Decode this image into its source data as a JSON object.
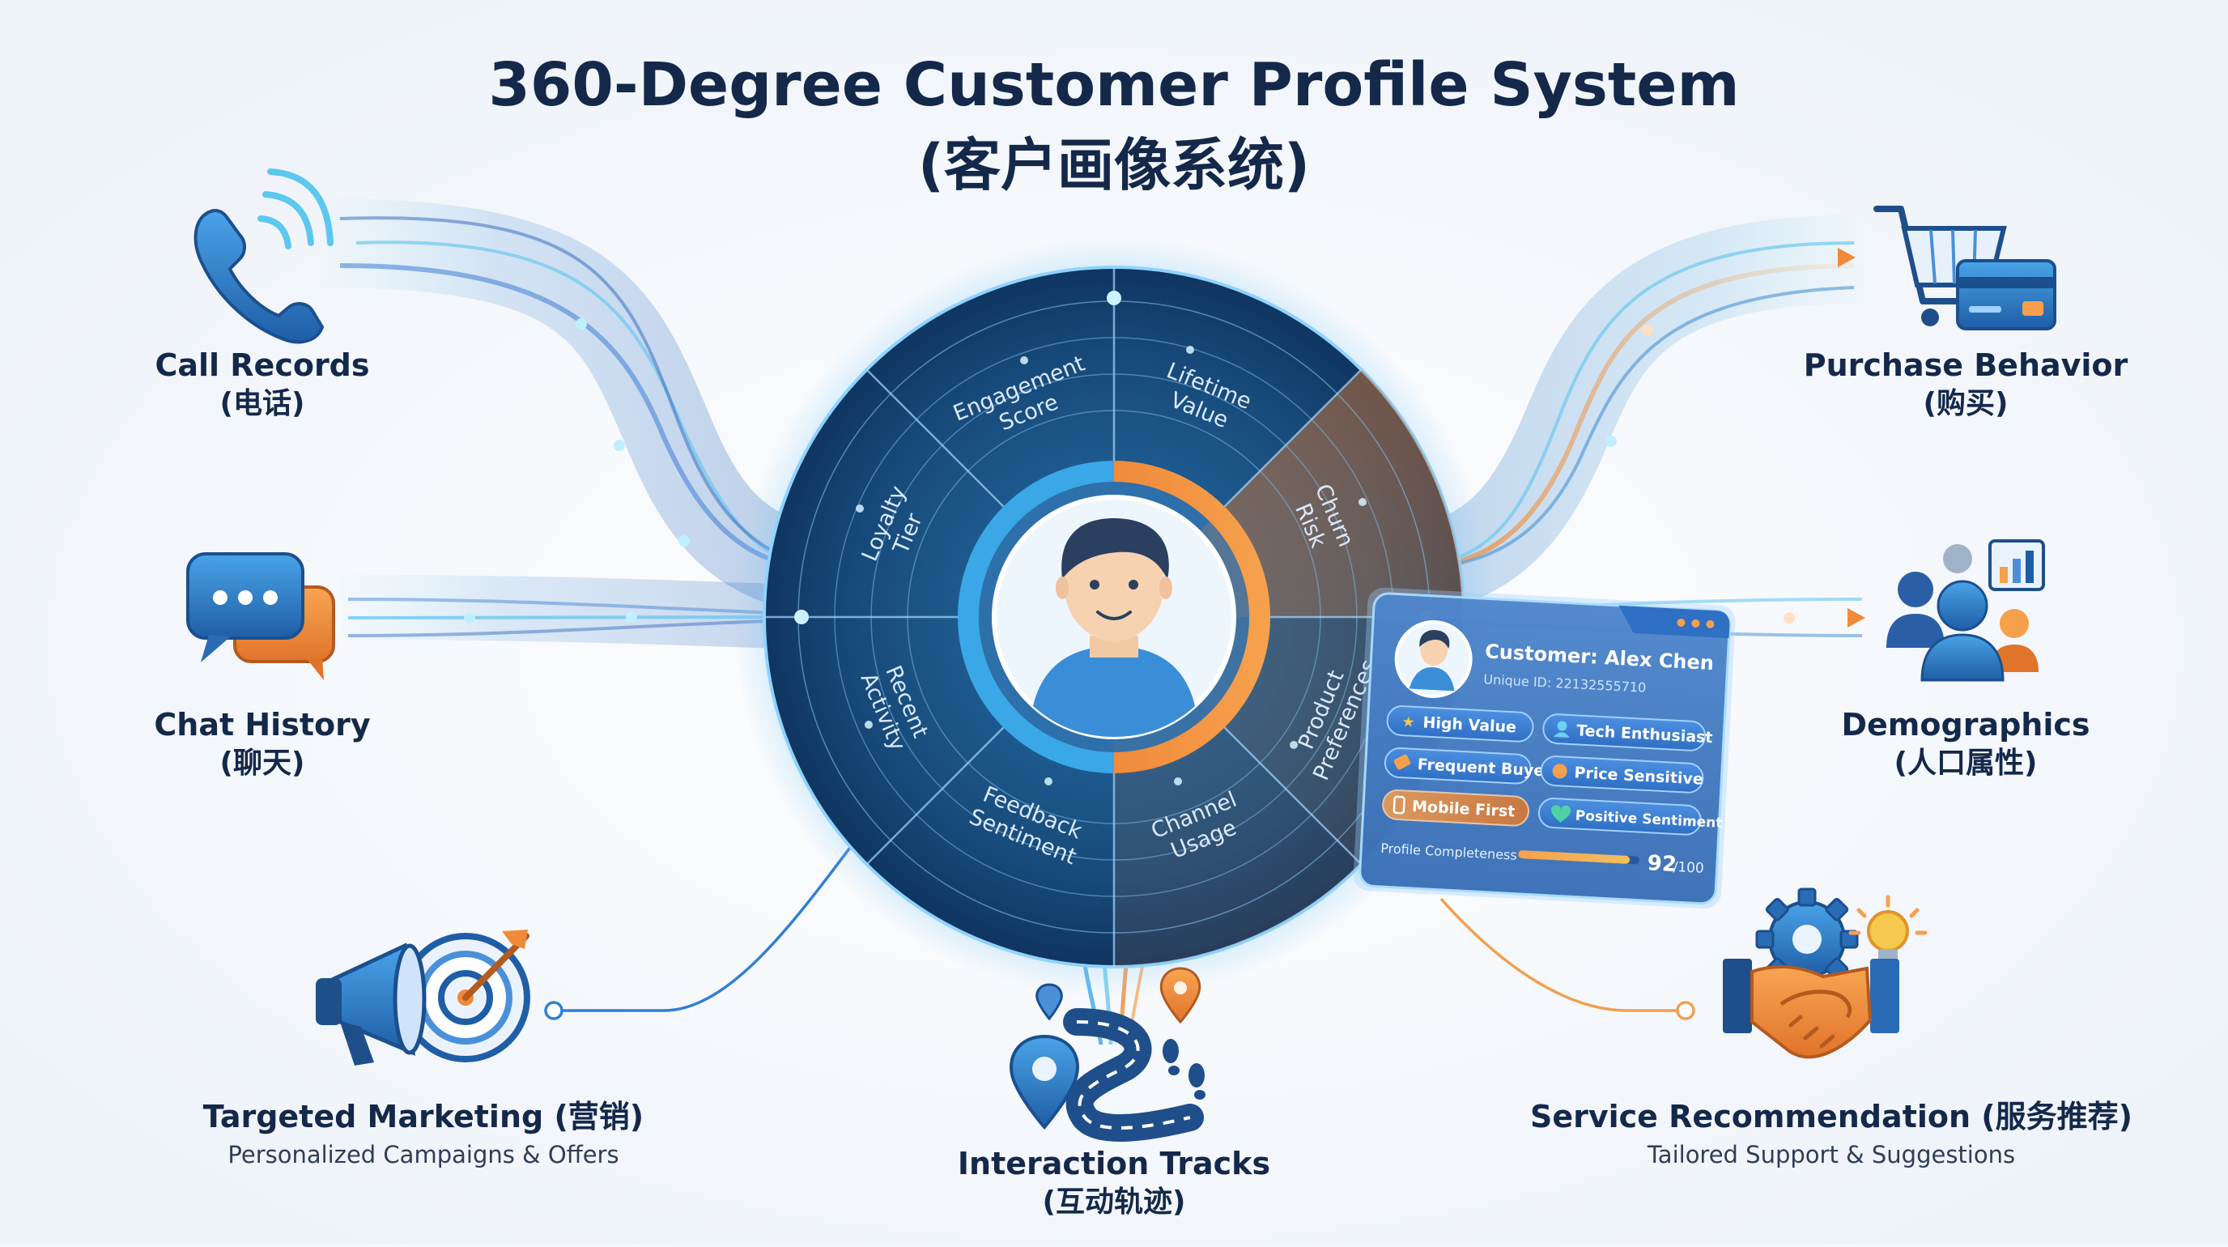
{
  "title": {
    "line1": "360-Degree Customer Profile System",
    "line2": "(客户画像系统)"
  },
  "sources": {
    "call": {
      "label": "Call Records",
      "sub": "(电话)"
    },
    "chat": {
      "label": "Chat History",
      "sub": "(聊天)"
    },
    "purchase": {
      "label": "Purchase Behavior",
      "sub": "(购买)"
    },
    "demographics": {
      "label": "Demographics",
      "sub": "(人口属性)"
    }
  },
  "outputs": {
    "marketing": {
      "label": "Targeted Marketing (营销)",
      "desc": "Personalized Campaigns & Offers"
    },
    "interaction": {
      "label": "Interaction Tracks",
      "sub": "(互动轨迹)"
    },
    "service": {
      "label": "Service Recommendation (服务推荐)",
      "desc": "Tailored Support & Suggestions"
    }
  },
  "wheel": {
    "segments": [
      {
        "l1": "Engagement",
        "l2": "Score"
      },
      {
        "l1": "Lifetime",
        "l2": "Value"
      },
      {
        "l1": "Churn",
        "l2": "Risk"
      },
      {
        "l1": "Product",
        "l2": "Preferences"
      },
      {
        "l1": "Channel",
        "l2": "Usage"
      },
      {
        "l1": "Feedback",
        "l2": "Sentiment"
      },
      {
        "l1": "Recent",
        "l2": "Activity"
      },
      {
        "l1": "Loyalty",
        "l2": "Tier"
      }
    ]
  },
  "card": {
    "name": "Customer: Alex Chen",
    "uid": "Unique ID: 22132555710",
    "tags": [
      "High Value",
      "Tech Enthusiast",
      "Frequent Buyer",
      "Price Sensitive",
      "Mobile First",
      "Positive Sentiment"
    ],
    "completeness_label": "Profile Completeness",
    "score": "92",
    "score_max": "/100",
    "completeness_value": 92
  },
  "colors": {
    "navy": "#14284a",
    "blue": "#2f7fd6",
    "cyan": "#5cc8ef",
    "orange": "#f08a3a",
    "wheel_dark": "#123a66"
  },
  "icons": {
    "call": "phone-icon",
    "chat": "chat-bubbles-icon",
    "purchase": "shopping-cart-icon",
    "demographics": "people-chart-icon",
    "marketing": "megaphone-target-icon",
    "interaction": "map-route-icon",
    "service": "handshake-gear-icon"
  }
}
